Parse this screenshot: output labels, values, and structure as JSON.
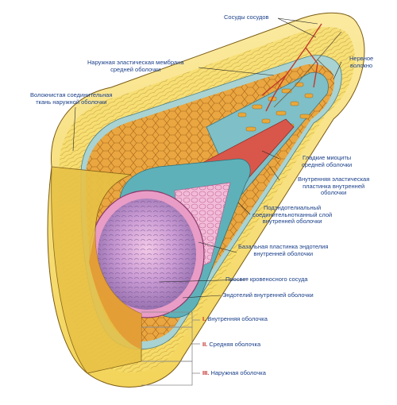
{
  "labels": {
    "vasa_vasorum": "Сосуды сосудов",
    "external_elastic_membrane": [
      "Наружная эластическая мембрана",
      "средней оболочки"
    ],
    "nerve_fiber": [
      "Нервное",
      "волокно"
    ],
    "fibrous_connective_tissue": [
      "Волокнистая соединительная",
      "ткань наружной оболочки"
    ],
    "smooth_myocytes": [
      "Гладкие миоциты",
      "средней оболочки"
    ],
    "internal_elastic_lamina": [
      "Внутренняя эластическая",
      "пластинка внутренней",
      "оболочки"
    ],
    "subendothelial_layer": [
      "Подэндотелиальный",
      "соединительнотканный слой",
      "внутренней оболочки"
    ],
    "basal_lamina": [
      "Базальная пластинка эндотелия",
      "внутренней оболочки"
    ],
    "lumen": "Просвет кровеносного сосуда",
    "endothelium": "Эндотелий внутренней оболочки"
  },
  "layers": [
    {
      "numeral": "I.",
      "name": "Внутренняя оболочка"
    },
    {
      "numeral": "II.",
      "name": "Средняя оболочка"
    },
    {
      "numeral": "III.",
      "name": "Наружная оболочка"
    }
  ],
  "colors": {
    "adventitia": "#f7e27a",
    "media": "#e9a93a",
    "elastic": "#8fc6c9",
    "intima": "#e9a6c9",
    "lumen": "#b58cc4",
    "label_text": "#1a3f8a",
    "roman_numeral": "#c0302a"
  }
}
